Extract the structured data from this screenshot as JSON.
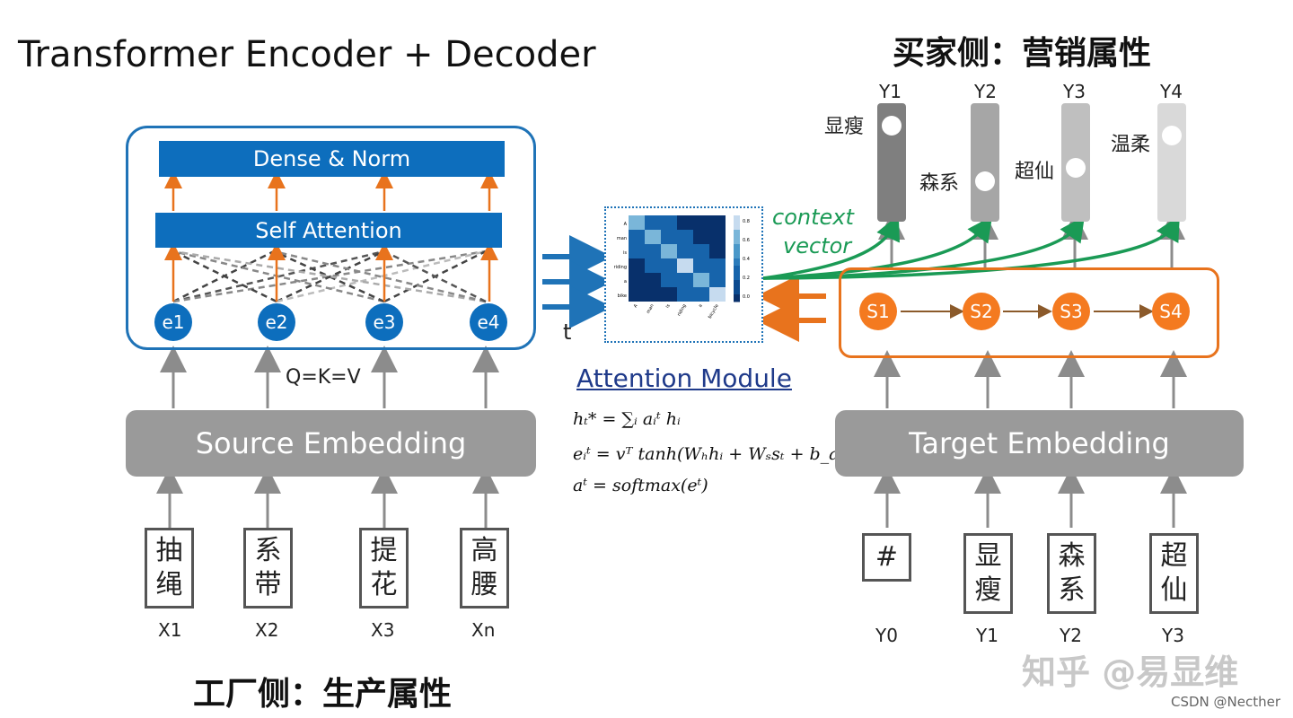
{
  "title": "Transformer Encoder + Decoder",
  "buyer_title": "买家侧：营销属性",
  "factory_title": "工厂侧：生产属性",
  "encoder": {
    "dense": "Dense & Norm",
    "self_attention": "Self Attention",
    "nodes": [
      "e1",
      "e2",
      "e3",
      "e4"
    ],
    "qkv": "Q=K=V",
    "embedding": "Source Embedding",
    "inputs": [
      {
        "top": "抽",
        "bottom": "绳",
        "label": "X1"
      },
      {
        "top": "系",
        "bottom": "带",
        "label": "X2"
      },
      {
        "top": "提",
        "bottom": "花",
        "label": "X3"
      },
      {
        "top": "高",
        "bottom": "腰",
        "label": "Xn"
      }
    ]
  },
  "attention": {
    "t_label": "t",
    "title": "Attention Module",
    "formulas": [
      "hₜ* = ∑ᵢ aᵢᵗ hᵢ",
      "eᵢᵗ = vᵀ tanh(Wₕhᵢ + Wₛsₜ + b_attn)",
      "aᵗ = softmax(eᵗ)"
    ],
    "heatmap_rows": [
      "A",
      "man",
      "is",
      "riding",
      "a",
      "bike"
    ],
    "heatmap_cols": [
      "A",
      "man",
      "is",
      "riding",
      "a",
      "bicycle"
    ],
    "colorbar_ticks": [
      "0.8",
      "0.6",
      "0.4",
      "0.2",
      "0.0"
    ],
    "context_vector": [
      "context",
      "vector"
    ]
  },
  "decoder": {
    "states": [
      "S1",
      "S2",
      "S3",
      "S4"
    ],
    "embedding": "Target Embedding",
    "outputs": [
      {
        "label": "Y1",
        "attr": "显瘦",
        "color": "#7f7f7f"
      },
      {
        "label": "Y2",
        "attr": "森系",
        "color": "#a6a6a6"
      },
      {
        "label": "Y3",
        "attr": "超仙",
        "color": "#bfbfbf"
      },
      {
        "label": "Y4",
        "attr": "温柔",
        "color": "#d9d9d9"
      }
    ],
    "inputs": [
      {
        "top": "#",
        "bottom": "",
        "label": "Y0"
      },
      {
        "top": "显",
        "bottom": "瘦",
        "label": "Y1"
      },
      {
        "top": "森",
        "bottom": "系",
        "label": "Y2"
      },
      {
        "top": "超",
        "bottom": "仙",
        "label": "Y3"
      }
    ]
  },
  "watermark": "知乎 @易显维",
  "credit": "CSDN @Necther",
  "colors": {
    "blue": "#0d6ebd",
    "orange": "#f47a20",
    "green": "#1a9a55",
    "gray": "#9a9a9a"
  }
}
